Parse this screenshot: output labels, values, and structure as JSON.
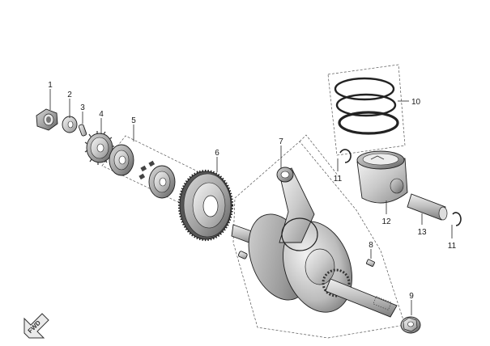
{
  "diagram": {
    "callouts": [
      {
        "id": "1",
        "label": "1"
      },
      {
        "id": "2",
        "label": "2"
      },
      {
        "id": "3",
        "label": "3"
      },
      {
        "id": "4",
        "label": "4"
      },
      {
        "id": "5",
        "label": "5"
      },
      {
        "id": "6",
        "label": "6"
      },
      {
        "id": "7",
        "label": "7"
      },
      {
        "id": "8",
        "label": "8"
      },
      {
        "id": "9",
        "label": "9"
      },
      {
        "id": "10",
        "label": "10"
      },
      {
        "id": "11a",
        "label": "11"
      },
      {
        "id": "11b",
        "label": "11"
      },
      {
        "id": "12",
        "label": "12"
      },
      {
        "id": "13",
        "label": "13"
      }
    ],
    "fwd_label": "FWD"
  }
}
